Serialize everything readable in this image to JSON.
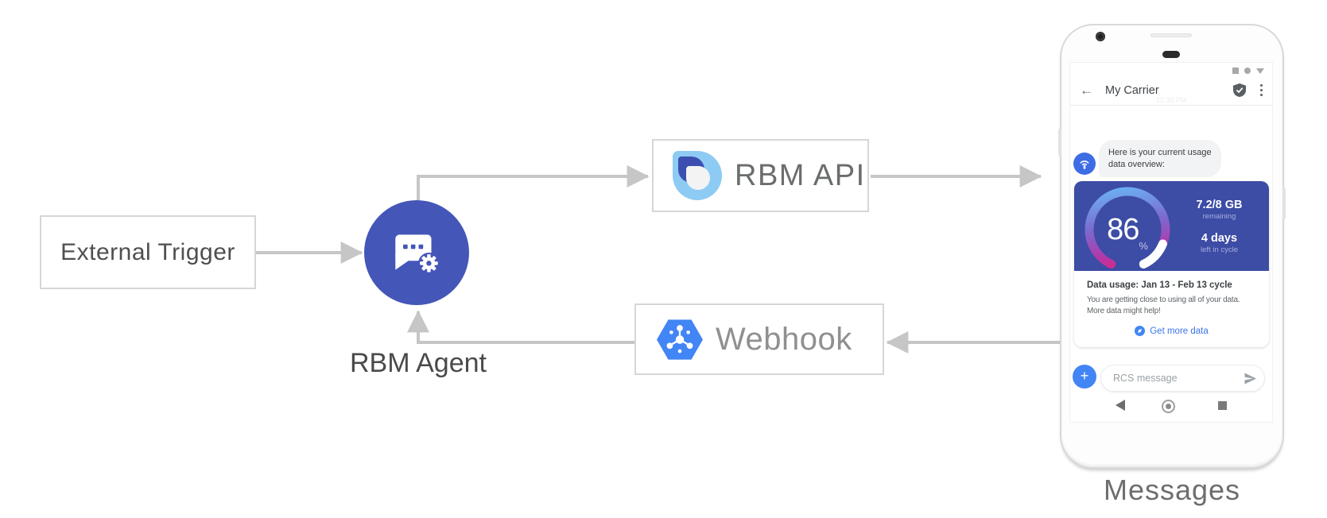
{
  "diagram": {
    "external_trigger_label": "External Trigger",
    "rbm_agent_label": "RBM Agent",
    "rbm_api_label": "RBM API",
    "webhook_label": "Webhook",
    "phone_caption": "Messages",
    "colors": {
      "arrow": "#c6c6c6",
      "agent_circle": "#4456b7",
      "hexagon": "#4285f4",
      "rbm_logo_light": "#8ecbf4",
      "rbm_logo_dark": "#3c4fb1"
    }
  },
  "phone": {
    "status_icons": [
      "square",
      "dot",
      "triangle"
    ],
    "header": {
      "back_icon": "←",
      "title": "My Carrier",
      "badge": "verified-shield",
      "menu_icon": "⋮"
    },
    "timestamp": "12:30 PM",
    "chat": {
      "message_line1": "Here is your current usage",
      "message_line2": "data overview:",
      "card": {
        "color": "#3d4ca5",
        "percent": "86",
        "percent_sign": "%",
        "remaining_value": "7.2/8 GB",
        "remaining_label": "remaining",
        "cycle_value": "4 days",
        "cycle_label": "left in cycle",
        "title": "Data usage: Jan 13 - Feb 13 cycle",
        "body_line1": "You are getting close to using all of your data.",
        "body_line2": "More data might help!",
        "action_label": "Get more data"
      }
    },
    "composer": {
      "plus_label": "+",
      "placeholder": "RCS message"
    }
  }
}
